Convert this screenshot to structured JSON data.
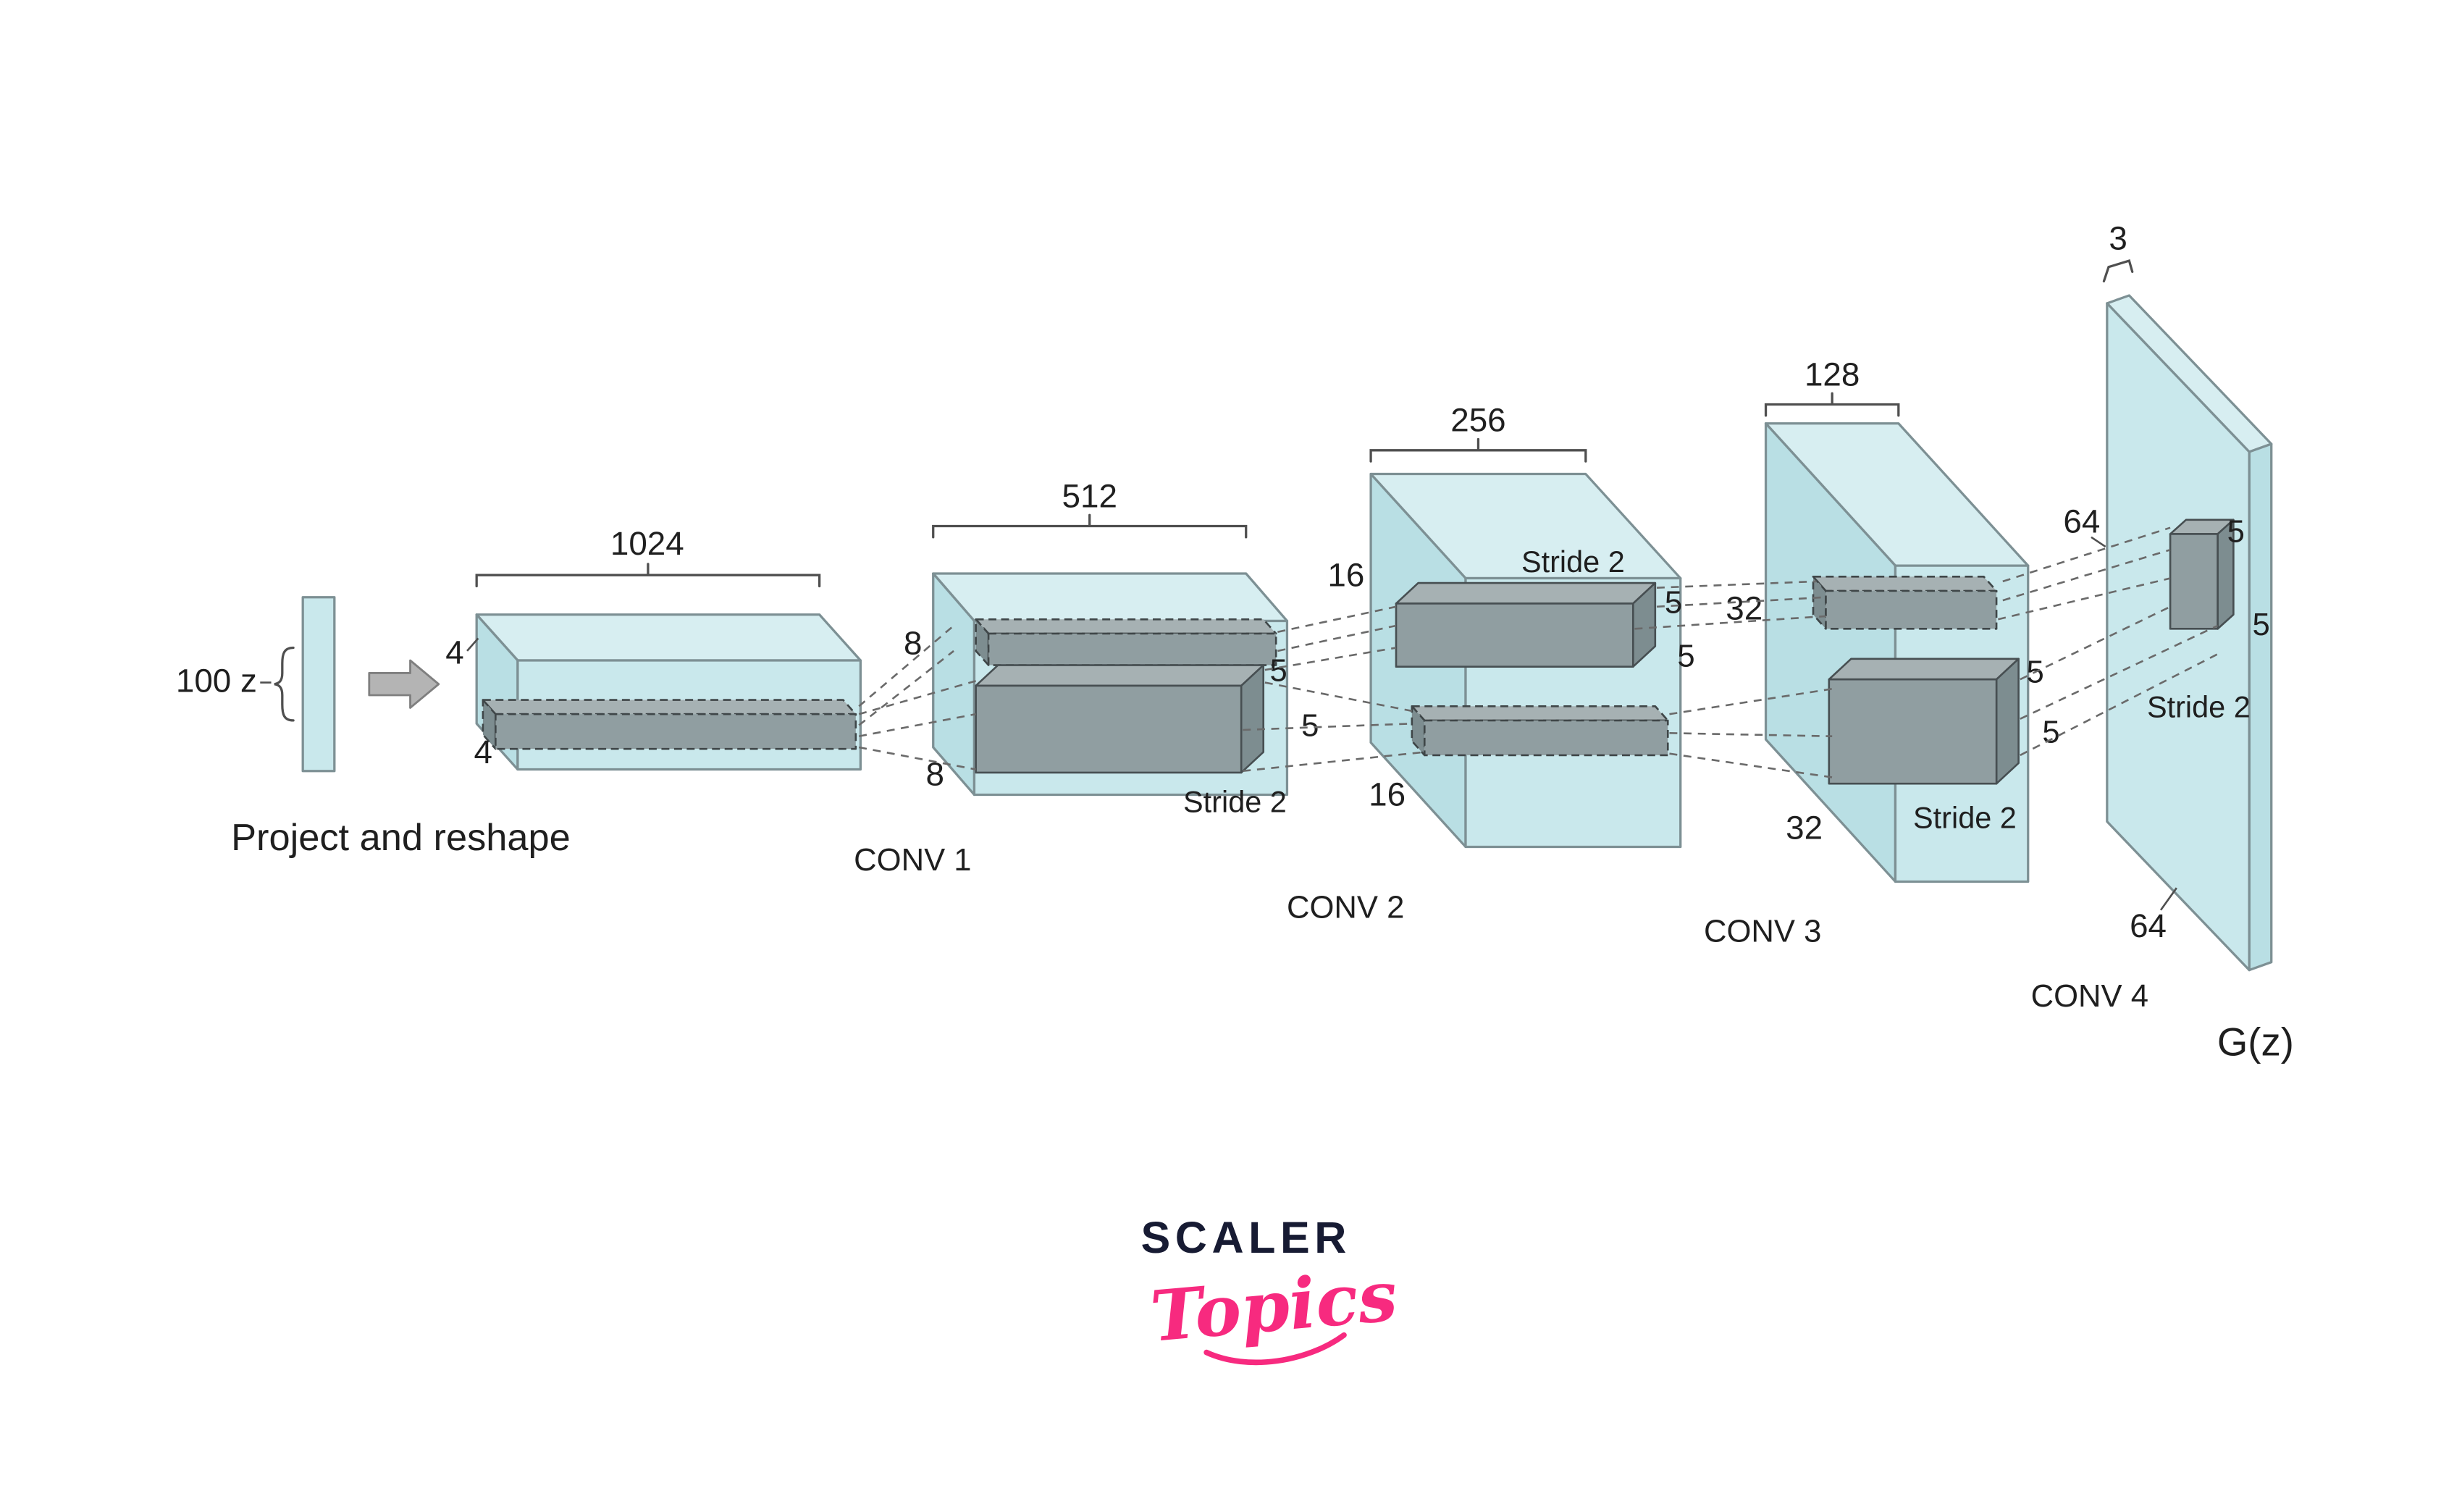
{
  "diagram": {
    "input": {
      "label": "100 z",
      "caption": "Project and reshape"
    },
    "layer1": {
      "channels": "1024",
      "dim_top": "4",
      "dim_bottom": "4"
    },
    "conv1": {
      "name": "CONV 1",
      "channels": "512",
      "dim_top": "8",
      "dim_bottom": "8",
      "kernel_w": "5",
      "kernel_h": "5",
      "stride": "Stride 2"
    },
    "conv2": {
      "name": "CONV 2",
      "channels": "256",
      "dim_top": "16",
      "dim_bottom": "16",
      "kernel_w": "5",
      "kernel_h": "5",
      "stride": "Stride 2"
    },
    "conv3": {
      "name": "CONV 3",
      "channels": "128",
      "dim_top": "32",
      "dim_bottom": "32",
      "kernel_w": "5",
      "kernel_h": "5",
      "stride": "Stride 2"
    },
    "conv4": {
      "name": "CONV 4",
      "depth": "3",
      "dim_side": "64",
      "dim_bottom": "64",
      "kernel_w": "5",
      "kernel_h": "5",
      "stride": "Stride 2",
      "output": "G(z)"
    }
  },
  "logo": {
    "brand": "SCALER",
    "wordmark": "Topics"
  },
  "colors": {
    "layer_fill": "#cdeaed",
    "kernel_fill": "#8e9c9f",
    "outline": "#7d9094",
    "brand_navy": "#171b33",
    "brand_pink": "#f72a7f"
  }
}
